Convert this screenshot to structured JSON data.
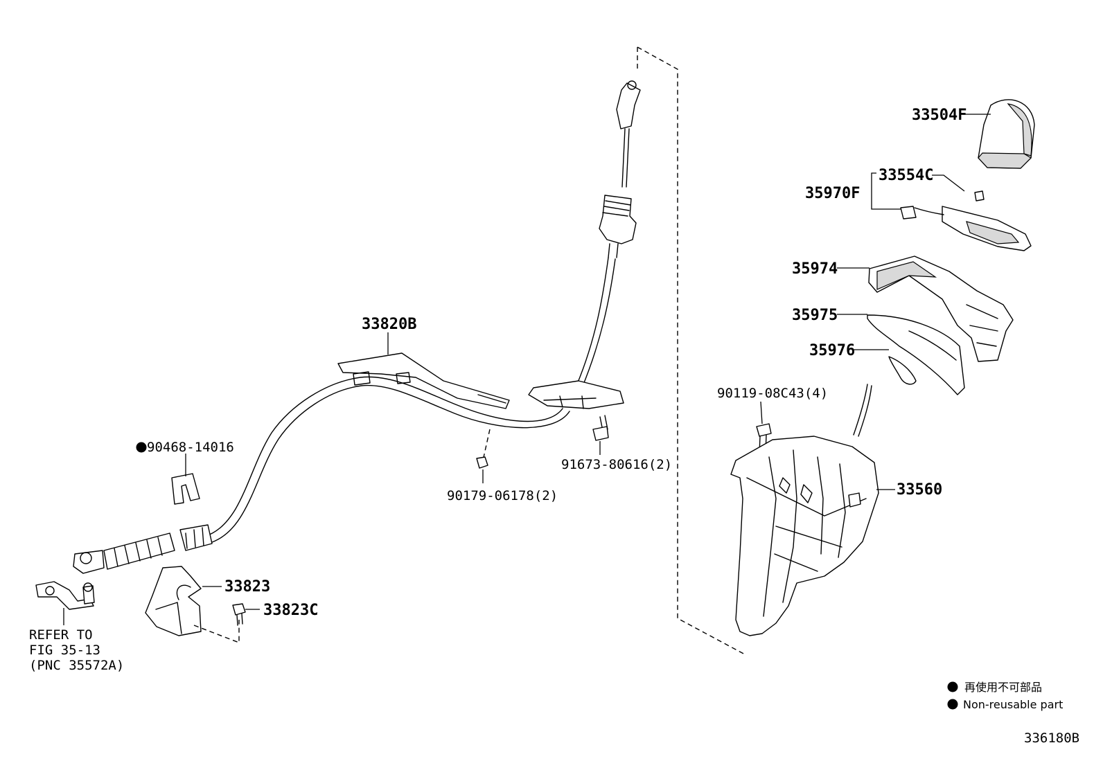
{
  "parts": {
    "p33504F": "33504F",
    "p33554C": "33554C",
    "p35970F": "35970F",
    "p35974": "35974",
    "p35975": "35975",
    "p35976": "35976",
    "p90119": "90119-08C43(4)",
    "p33560": "33560",
    "p33820B": "33820B",
    "p90468": "90468-14016",
    "p90179": "90179-06178(2)",
    "p91673": "91673-80616(2)",
    "p33823": "33823",
    "p33823C": "33823C"
  },
  "refer": {
    "line1": "REFER TO",
    "line2": "FIG 35-13",
    "line3": "(PNC 35572A)"
  },
  "legend": {
    "jp": "再使用不可部品",
    "en": "Non-reusable part"
  },
  "figure_code": "336180B",
  "colors": {
    "line": "#000000",
    "shade": "#d9d9d9",
    "background": "#ffffff"
  }
}
